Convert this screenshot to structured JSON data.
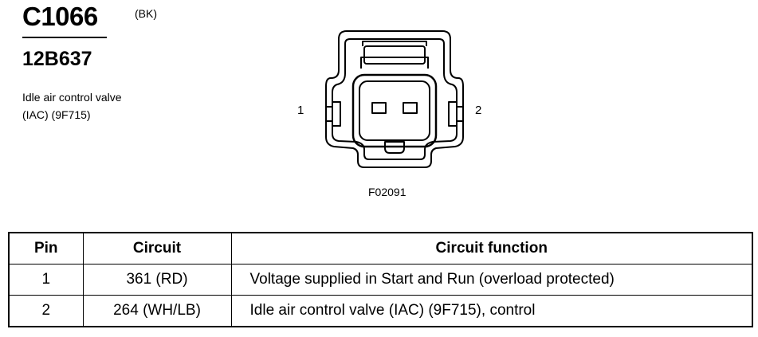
{
  "connector": {
    "id": "C1066",
    "color_code": "(BK)",
    "part_number": "12B637",
    "description_line1": "Idle air control valve",
    "description_line2": "(IAC) (9F715)"
  },
  "diagram": {
    "pin_label_1": "1",
    "pin_label_2": "2",
    "figure_id": "F02091"
  },
  "table": {
    "headers": [
      "Pin",
      "Circuit",
      "Circuit function"
    ],
    "rows": [
      {
        "pin": "1",
        "circuit": "361 (RD)",
        "function": "Voltage supplied in Start and Run (overload protected)"
      },
      {
        "pin": "2",
        "circuit": "264 (WH/LB)",
        "function": "Idle air control valve (IAC) (9F715), control"
      }
    ]
  }
}
